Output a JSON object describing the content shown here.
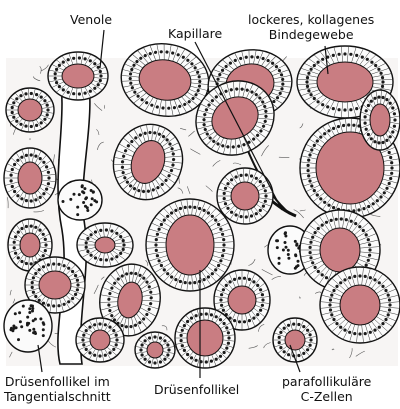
{
  "labels": {
    "venole": "Venole",
    "kapillare": "Kapillare",
    "bindegewebe_1": "lockeres, kollagenes",
    "bindegewebe_2": "Bindegewebe",
    "tangential_1": "Drüsenfollikel im",
    "tangential_2": "Tangentialschnitt",
    "follikel": "Drüsenfollikel",
    "c_zellen_1": "parafollikuläre",
    "c_zellen_2": "C-Zellen"
  },
  "colors": {
    "colloid": "#c97d82",
    "outline": "#111111",
    "nucleus": "#1a1a1a",
    "tissue_bg": "#f7f5f4"
  }
}
